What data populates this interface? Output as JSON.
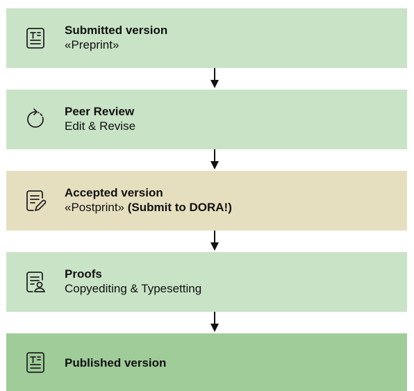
{
  "steps": [
    {
      "title": "Submitted version",
      "subtitle": "«Preprint»",
      "icon": "text-document-icon",
      "color": "#c9e3c6"
    },
    {
      "title": "Peer Review",
      "subtitle": "Edit & Revise",
      "icon": "dashed-circular-arrow-icon",
      "color": "#c9e3c6"
    },
    {
      "title": "Accepted version",
      "subtitle": "«Postprint»",
      "subtitle_bold": "(Submit to DORA!)",
      "icon": "document-edit-icon",
      "color": "#e6dfbf"
    },
    {
      "title": "Proofs",
      "subtitle": "Copyediting & Typesetting",
      "icon": "document-person-icon",
      "color": "#c9e3c6"
    },
    {
      "title": "Published version",
      "icon": "text-document-icon",
      "color": "#9fcc99"
    }
  ]
}
